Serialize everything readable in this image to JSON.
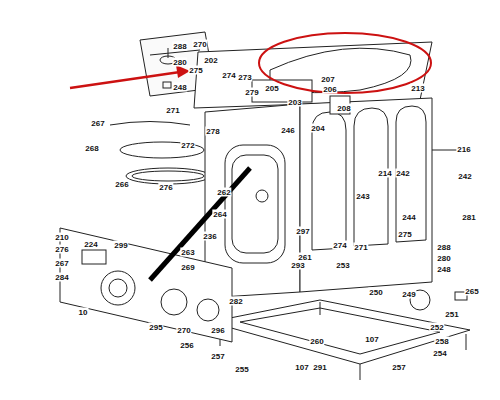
{
  "diagram": {
    "labels": [
      "288",
      "270",
      "280",
      "202",
      "274",
      "273",
      "275",
      "207",
      "205",
      "206",
      "213",
      "248",
      "279",
      "203",
      "208",
      "271",
      "267",
      "278",
      "246",
      "204",
      "272",
      "268",
      "216",
      "214",
      "242",
      "242",
      "266",
      "276",
      "262",
      "243",
      "264",
      "244",
      "281",
      "297",
      "275",
      "236",
      "210",
      "299",
      "224",
      "274",
      "271",
      "276",
      "288",
      "263",
      "261",
      "280",
      "267",
      "293",
      "253",
      "269",
      "248",
      "284",
      "265",
      "250",
      "249",
      "282",
      "10",
      "251",
      "295",
      "270",
      "296",
      "252",
      "107",
      "260",
      "256",
      "258",
      "257",
      "254",
      "255",
      "107",
      "291",
      "257"
    ]
  }
}
